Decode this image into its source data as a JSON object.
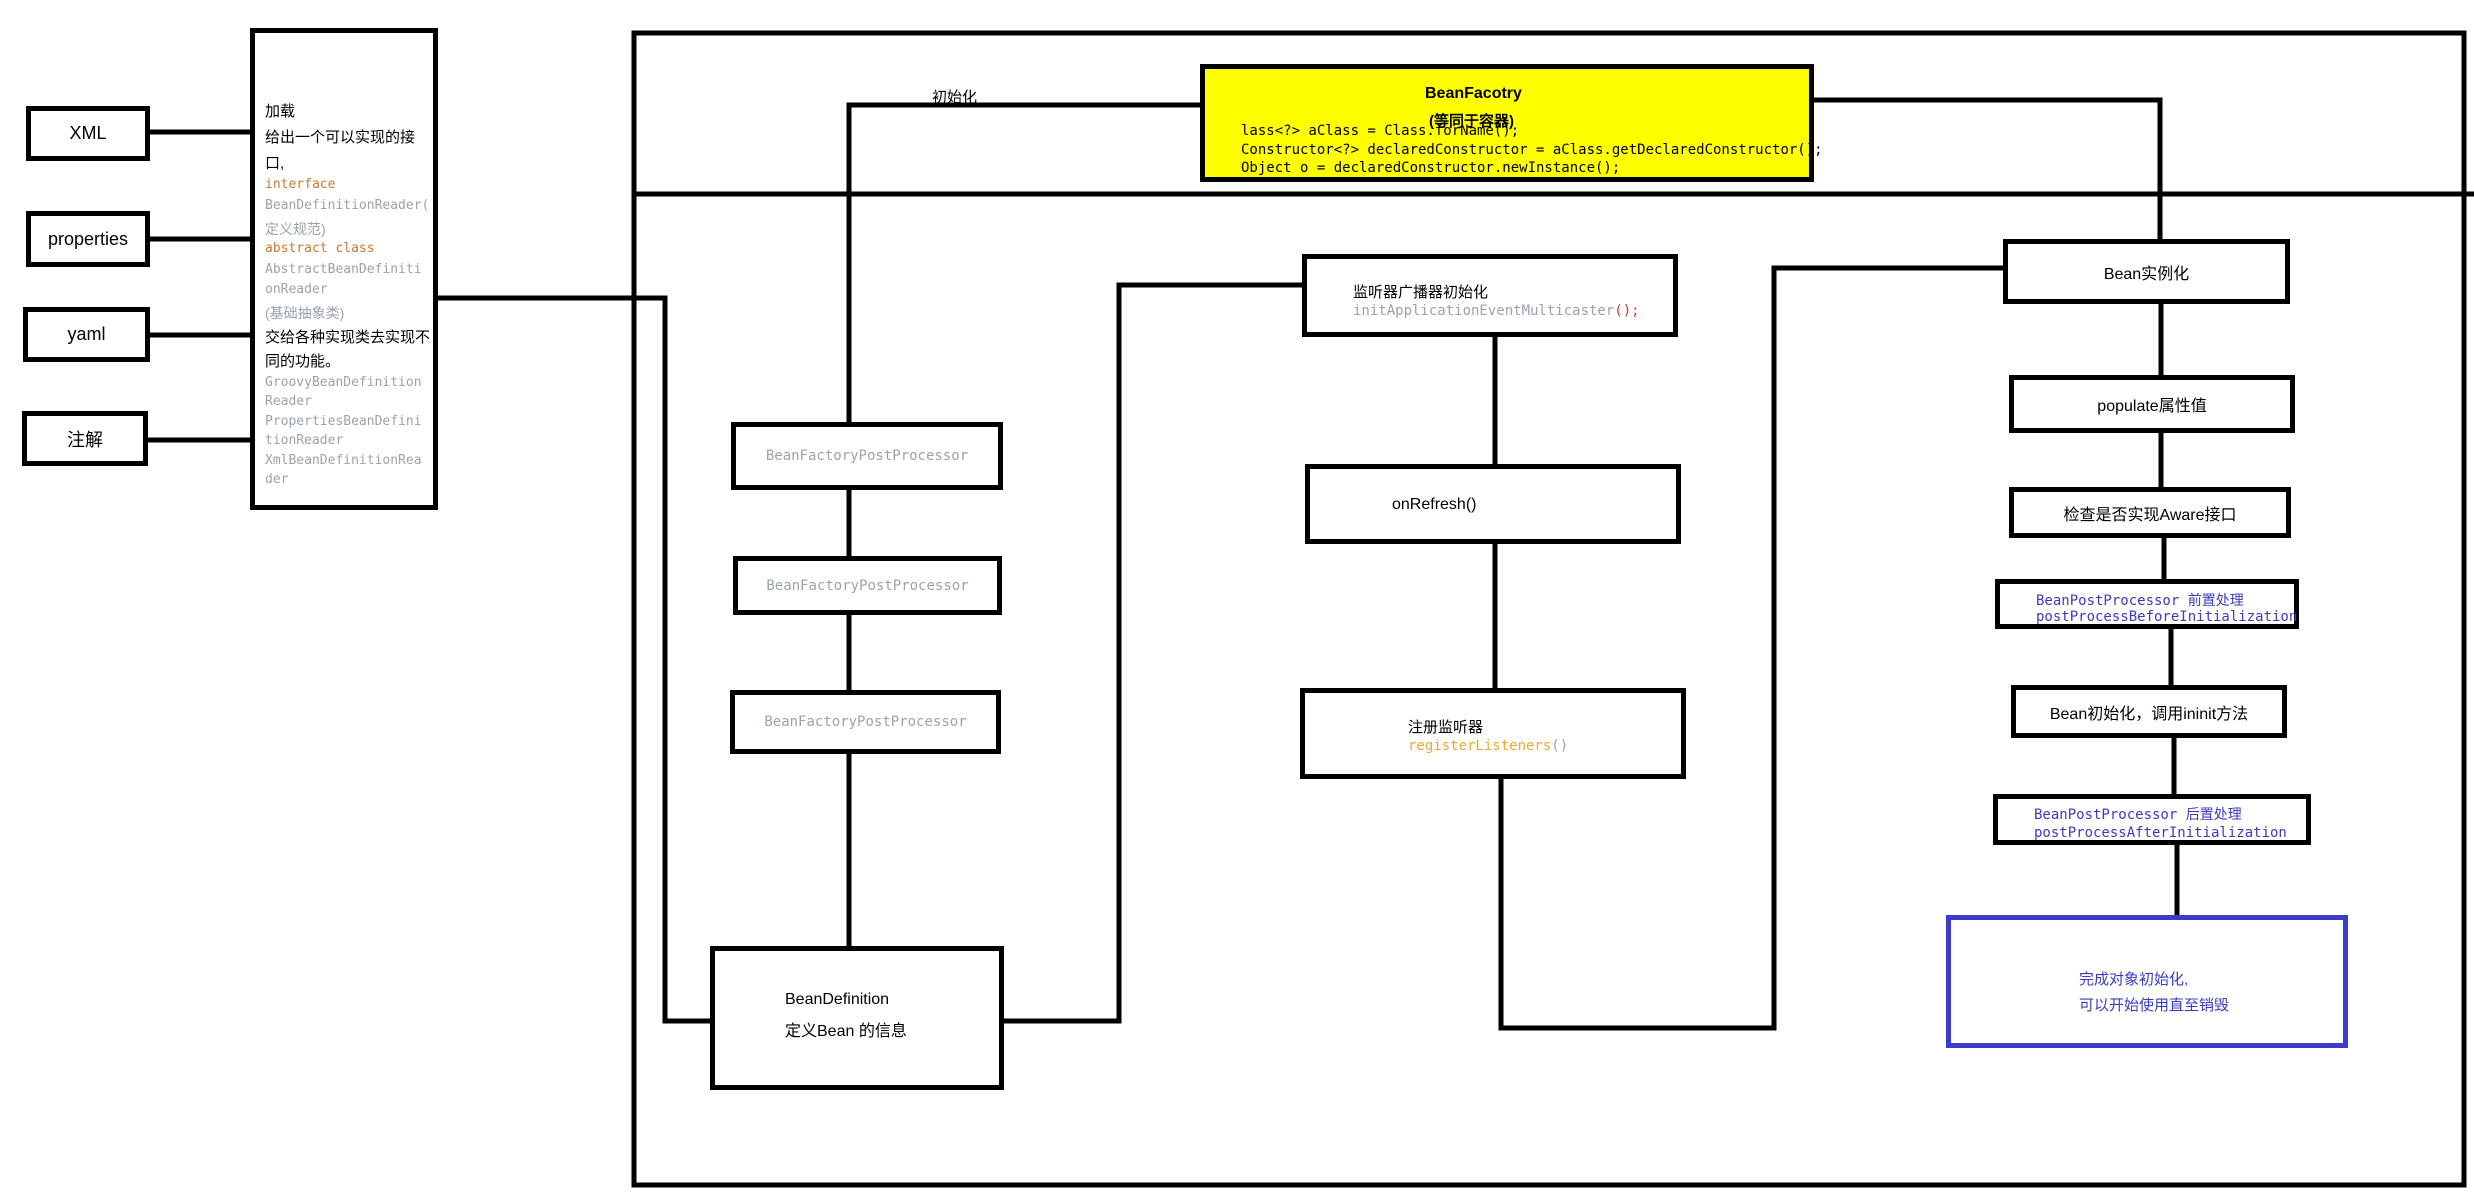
{
  "sources": {
    "xml": "XML",
    "properties": "properties",
    "yaml": "yaml",
    "annotation": "注解"
  },
  "loader": {
    "line1": "加载",
    "line2": "给出一个可以实现的接",
    "line3": "口,",
    "iface_kw": "interface",
    "iface_name1": "BeanDefinitionReader(",
    "iface_note": "定义规范)",
    "abs_kw": "abstract class",
    "abs_name1": "AbstractBeanDefiniti",
    "abs_name2": "onReader",
    "abs_note": "(基础抽象类)",
    "desc1": "交给各种实现类去实现不",
    "desc2": "同的功能。",
    "impl1a": "GroovyBeanDefinition",
    "impl1b": "Reader",
    "impl2a": "PropertiesBeanDefini",
    "impl2b": "tionReader",
    "impl3a": "XmlBeanDefinitionRea",
    "impl3b": "der"
  },
  "factory": {
    "title": "BeanFacotry",
    "subtitle": "(等同于容器)",
    "code1": "lass<?> aClass = Class.forName();",
    "code2": "Constructor<?> declaredConstructor = aClass.getDeclaredConstructor();",
    "code3": "Object o = declaredConstructor.newInstance();"
  },
  "init_label": "初始化",
  "processors": {
    "p1": "BeanFactoryPostProcessor",
    "p2": "BeanFactoryPostProcessor",
    "p3": "BeanFactoryPostProcessor"
  },
  "bean_definition": {
    "line1": "BeanDefinition",
    "line2": "定义Bean 的信息"
  },
  "multicaster": {
    "title": "监听器广播器初始化",
    "code": "initApplicationEventMulticaster",
    "suffix": "();"
  },
  "on_refresh": "onRefresh()",
  "listeners": {
    "title": "注册监听器",
    "code": "registerListeners",
    "suffix": "()"
  },
  "lifecycle": {
    "instantiate": "Bean实例化",
    "populate": "populate属性值",
    "aware": "检查是否实现Aware接口",
    "before_a": "BeanPostProcessor ",
    "before_b": "前置处理",
    "before_method": "postProcessBeforeInitialization",
    "init": "Bean初始化，调用ininit方法",
    "after_a": "BeanPostProcessor ",
    "after_b": "后置处理",
    "after_method": "postProcessAfterInitialization",
    "done1": "完成对象初始化,",
    "done2": "可以开始使用直至销毁"
  },
  "colors": {
    "factory_fill": "#ffff00",
    "done_border": "#3b3bcc",
    "code_blue": "#3b3bbf",
    "code_orange": "#cc7832",
    "code_gray": "#9aa3ad"
  }
}
